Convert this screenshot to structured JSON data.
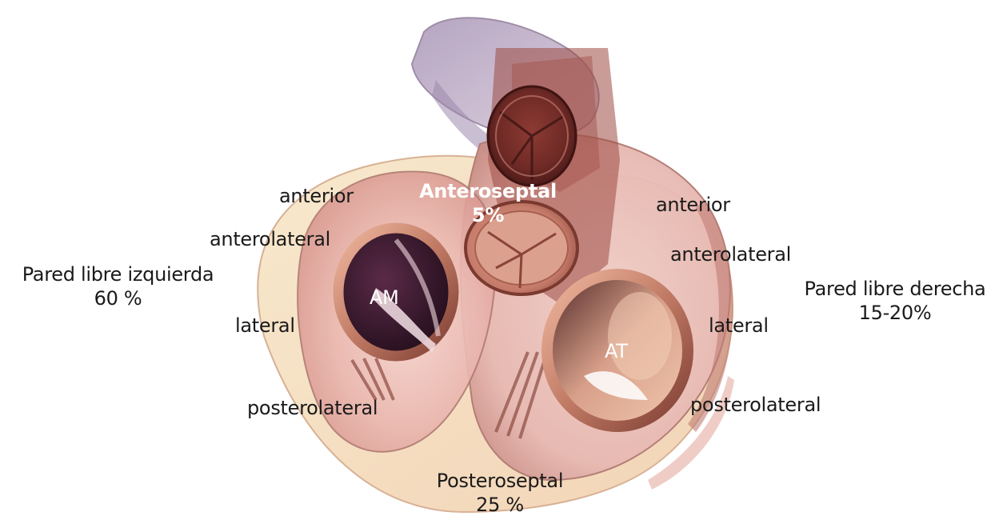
{
  "left_region": {
    "name": "Pared libre izquierda",
    "percent": "60 %"
  },
  "right_region": {
    "name": "Pared libre derecha",
    "percent": "15-20%"
  },
  "top_region": {
    "name": "Anteroseptal",
    "percent": "5%"
  },
  "bottom_region": {
    "name": "Posteroseptal",
    "percent": "25 %"
  },
  "mitral_labels": {
    "anterior": "anterior",
    "anterolateral": "anterolateral",
    "lateral": "lateral",
    "posterolateral": "posterolateral"
  },
  "tricuspid_labels": {
    "anterior": "anterior",
    "anterolateral": "anterolateral",
    "lateral": "lateral",
    "posterolateral": "posterolateral"
  },
  "valves": {
    "mitral": "AM",
    "tricuspid": "AT"
  },
  "colors": {
    "tissue_light": "#f3c9c4",
    "tissue_mid": "#d98e86",
    "tissue_dark": "#7a2f2a",
    "valve_ring": "#b9786a",
    "valve_inner": "#3a1a26",
    "outer_cream": "#f4dcc0",
    "lavender": "#b9a6c4"
  }
}
